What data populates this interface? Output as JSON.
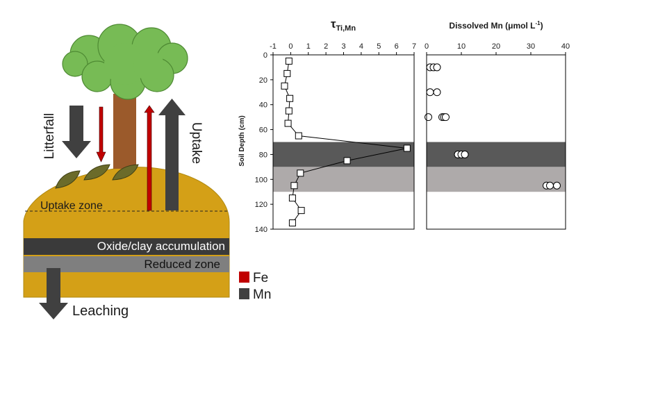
{
  "diagram": {
    "labels": {
      "litterfall": "Litterfall",
      "uptake": "Uptake",
      "uptake_zone": "Uptake zone",
      "oxide_clay": "Oxide/clay accumulation",
      "reduced_zone": "Reduced zone",
      "leaching": "Leaching"
    },
    "legend": [
      {
        "label": "Fe",
        "color": "#c00000"
      },
      {
        "label": "Mn",
        "color": "#404040"
      }
    ],
    "colors": {
      "soil": "#d4a017",
      "oxide_band": "#3a3a3a",
      "reduced_band": "#7f7f7f",
      "canopy": "#77bb55",
      "trunk": "#9b5a2b",
      "leaf": "#6b6b2a",
      "fe_arrow": "#c00000",
      "mn_arrow": "#404040"
    },
    "icons": [
      "tree-icon",
      "leaf-icon",
      "arrow-down-icon",
      "arrow-up-icon"
    ]
  },
  "chart_data": [
    {
      "type": "line",
      "title": "τTi,Mn",
      "title_main": "τ",
      "title_sub": "Ti,Mn",
      "ylabel": "Soil Depth (cm)",
      "xlim": [
        -1,
        7
      ],
      "ylim": [
        0,
        140
      ],
      "y_inverted": true,
      "x_axis_position": "top",
      "xticks": [
        -1,
        0,
        1,
        2,
        3,
        4,
        5,
        6,
        7
      ],
      "yticks": [
        0,
        20,
        40,
        60,
        80,
        100,
        120,
        140
      ],
      "marker": "square",
      "shaded_bands": [
        {
          "y": [
            70,
            90
          ],
          "color": "#595959"
        },
        {
          "y": [
            90,
            110
          ],
          "color": "#aeaaaa"
        }
      ],
      "series": [
        {
          "x": [
            -0.1,
            -0.2,
            -0.35,
            -0.05,
            -0.1,
            -0.15,
            0.45,
            6.6,
            3.2,
            0.55,
            0.2,
            0.1,
            0.6,
            0.1
          ],
          "y": [
            5,
            15,
            25,
            35,
            45,
            55,
            65,
            75,
            85,
            95,
            105,
            115,
            125,
            135
          ]
        }
      ]
    },
    {
      "type": "scatter",
      "title": "Dissolved Mn (μmol L⁻¹)",
      "title_main": "Dissolved Mn (μmol L",
      "title_sup": "-1",
      "title_end": ")",
      "xlim": [
        0,
        40
      ],
      "ylim": [
        0,
        140
      ],
      "y_inverted": true,
      "x_axis_position": "top",
      "xticks": [
        0,
        10,
        20,
        30,
        40
      ],
      "marker": "circle",
      "shaded_bands": [
        {
          "y": [
            70,
            90
          ],
          "color": "#595959"
        },
        {
          "y": [
            90,
            110
          ],
          "color": "#aeaaaa"
        }
      ],
      "series": [
        {
          "x": [
            1.0,
            2.0,
            3.0,
            1.0,
            3.0,
            0.5,
            4.5,
            5.0,
            5.5,
            9.0,
            10.0,
            11.0,
            34.5,
            35.5,
            37.5
          ],
          "y": [
            10,
            10,
            10,
            30,
            30,
            50,
            50,
            50,
            50,
            80,
            80,
            80,
            105,
            105,
            105
          ]
        }
      ]
    }
  ]
}
